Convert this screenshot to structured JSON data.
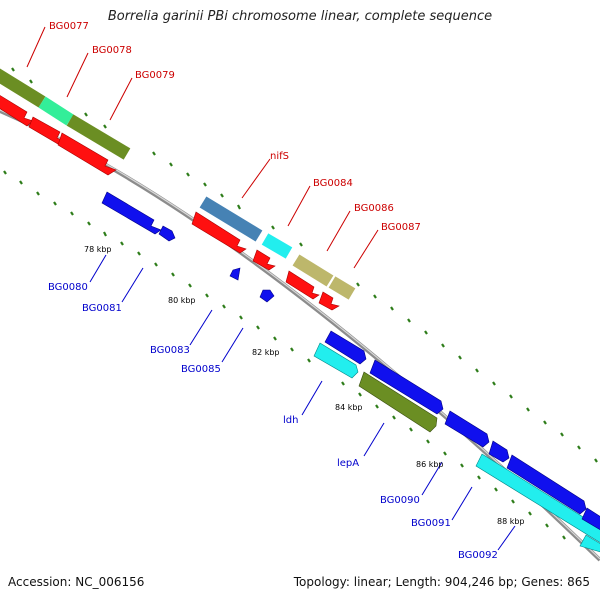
{
  "title": "Borrelia garinii PBi chromosome linear, complete sequence",
  "footer": {
    "accession": "Accession: NC_006156",
    "summary": "Topology: linear; Length: 904,246 bp; Genes: 865"
  },
  "colors": {
    "backbone": "#8c8c8c",
    "tick": "#2e7d1a",
    "forward_label": "#cc0000",
    "reverse_label": "#0000cc",
    "green": "#6b8e23",
    "springgreen": "#33ee99",
    "red": "#ff1010",
    "blue": "#1010ee",
    "cyan": "#22eeee",
    "steelblue": "#4682b4",
    "khaki": "#bdb76b"
  },
  "kbp_labels": [
    "78 kbp",
    "80 kbp",
    "82 kbp",
    "84 kbp",
    "86 kbp",
    "88 kbp"
  ],
  "forward_labels": [
    "BG0077",
    "BG0078",
    "BG0079",
    "nifS",
    "BG0084",
    "BG0086",
    "BG0087"
  ],
  "reverse_labels": [
    "BG0080",
    "BG0081",
    "BG0083",
    "BG0085",
    "ldh",
    "lepA",
    "BG0090",
    "BG0091",
    "BG0092"
  ]
}
